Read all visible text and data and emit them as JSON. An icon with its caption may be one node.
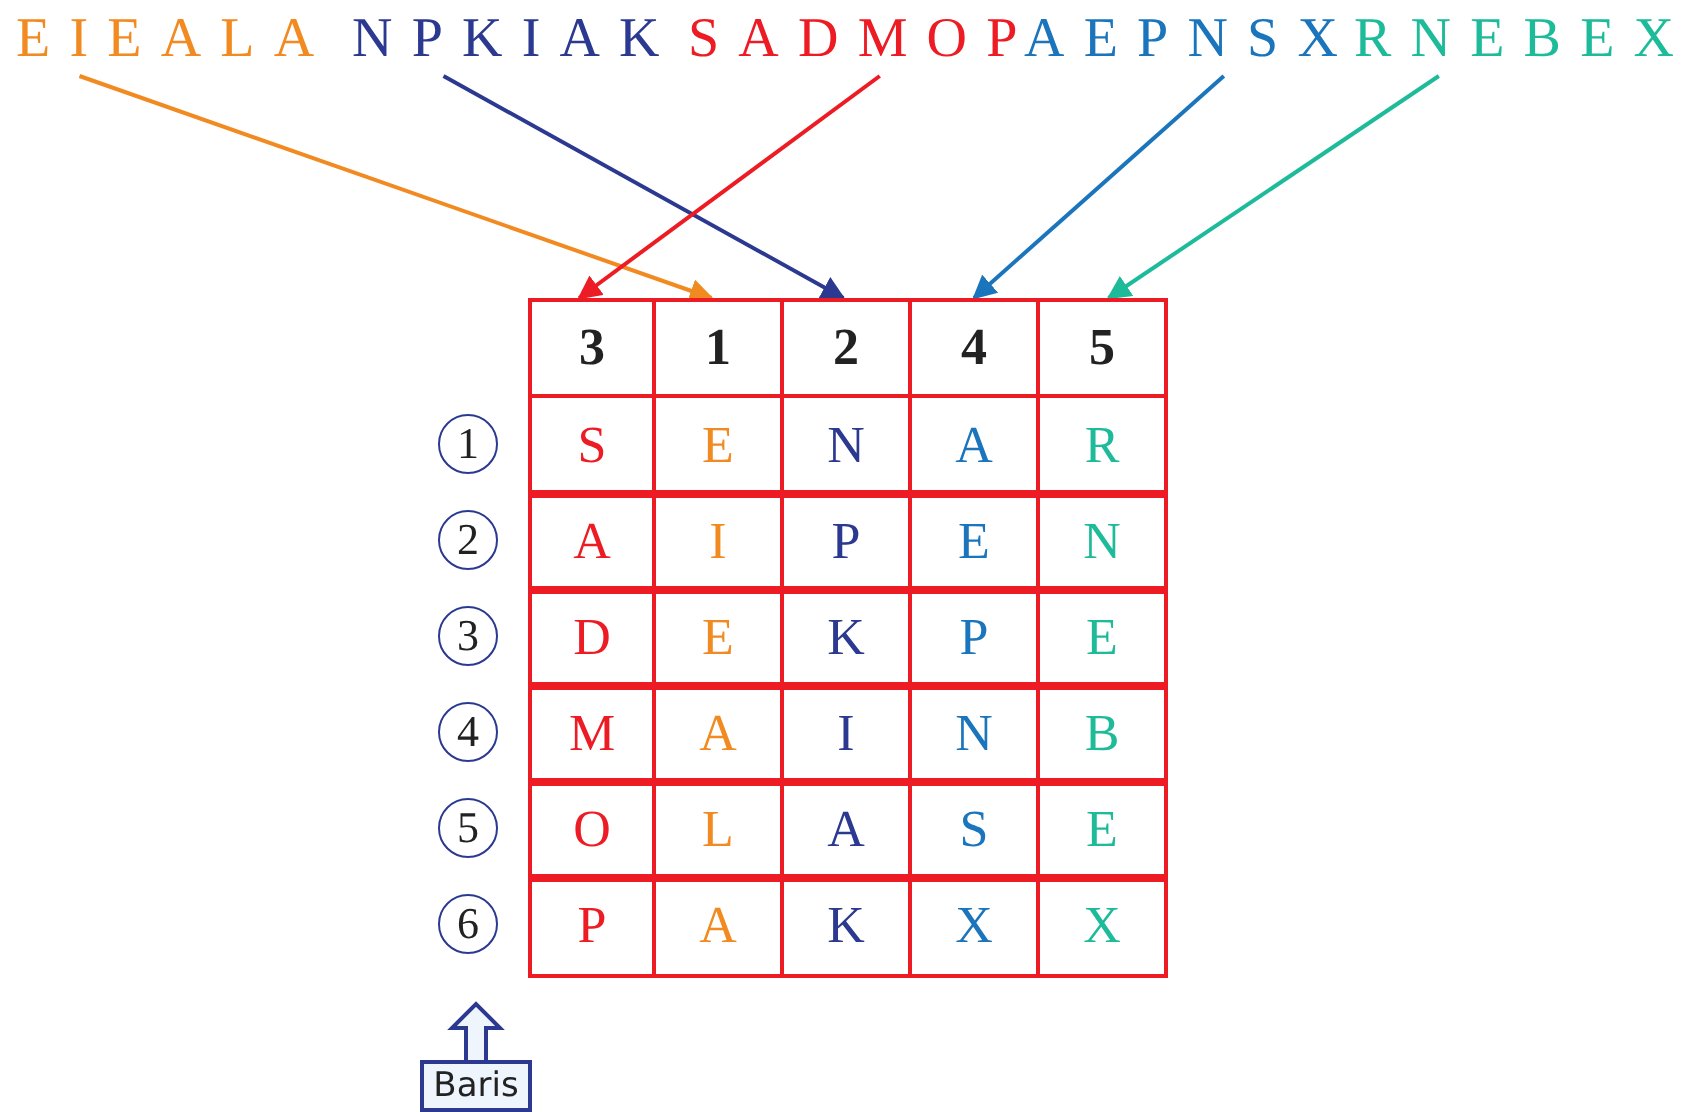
{
  "diagram": {
    "nodes": [
      {
        "text": [
          "EIEALA"
        ]
      },
      {
        "text": [
          "NPKIAK"
        ]
      },
      {
        "text": [
          "SADMOP"
        ]
      },
      {
        "text": [
          "AEPNSX"
        ]
      },
      {
        "text": [
          "RNEBEX"
        ]
      },
      {
        "text": [
          "3"
        ]
      },
      {
        "text": [
          "1"
        ]
      },
      {
        "text": [
          "2"
        ]
      },
      {
        "text": [
          "4"
        ]
      },
      {
        "text": [
          "5"
        ]
      },
      {
        "text": [
          "Baris"
        ]
      }
    ],
    "edges": [
      {
        "from": 0,
        "to": 6,
        "arrow": "to",
        "color": "#f28a22"
      },
      {
        "from": 1,
        "to": 7,
        "arrow": "to",
        "color": "#2b3990"
      },
      {
        "from": 2,
        "to": 5,
        "arrow": "to",
        "color": "#ed1c24"
      },
      {
        "from": 3,
        "to": 8,
        "arrow": "to",
        "color": "#1b75bc"
      },
      {
        "from": 4,
        "to": 9,
        "arrow": "to",
        "color": "#1dbb9a"
      },
      {
        "from": 10,
        "to": null,
        "arrow": "to",
        "color": "#2b3990"
      }
    ],
    "labels": [
      "1",
      "S",
      "E",
      "N",
      "A",
      "R",
      "2",
      "A",
      "I",
      "P",
      "E",
      "N",
      "3",
      "D",
      "E",
      "K",
      "P",
      "E",
      "4",
      "M",
      "A",
      "I",
      "N",
      "B",
      "5",
      "O",
      "L",
      "A",
      "S",
      "E",
      "6",
      "P",
      "A",
      "K",
      "X",
      "X"
    ]
  }
}
